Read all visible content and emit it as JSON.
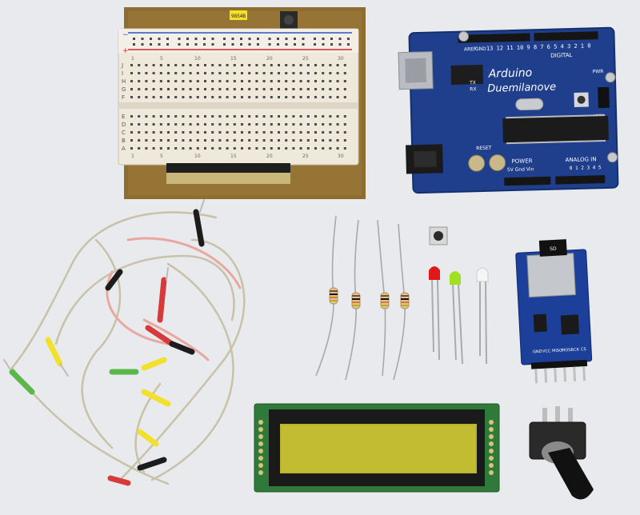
{
  "colors": {
    "background": "#e9eaed",
    "pcb_brown": "#8a6b2e",
    "breadboard": "#efe9dc",
    "arduino_blue": "#1f3f8c",
    "lcd_green": "#b9b52a",
    "sd_blue": "#1c3f9a"
  },
  "breadboard": {
    "sticker": "9854B",
    "row_letters_top": [
      "J",
      "I",
      "H",
      "G",
      "F"
    ],
    "row_letters_bottom": [
      "E",
      "D",
      "C",
      "B",
      "A"
    ],
    "column_numbers": [
      "1",
      "5",
      "10",
      "15",
      "20",
      "25",
      "30"
    ],
    "rail_plus": "+",
    "rail_minus": "−"
  },
  "arduino": {
    "name_line1": "Arduino",
    "name_line2": "Duemilanove",
    "digital_label": "DIGITAL",
    "pin_numbers": "13 12 11 10 9 8  7 6 5 4 3 2 1 0",
    "power_label": "POWER",
    "power_pins": "5V Gnd Vin",
    "analog_label": "ANALOG IN",
    "analog_pins": "0 1 2 3 4 5",
    "reset_label": "RESET",
    "icsp_label": "ICSP",
    "pwr_label": "PWR",
    "tx_label": "TX",
    "rx_label": "RX",
    "aref_label": "AREF",
    "gnd_label": "GND"
  },
  "sd_module": {
    "sticker": "SD",
    "pin_labels": [
      "GND",
      "VCC",
      "MISO",
      "MOSI",
      "SCK",
      "CS"
    ]
  },
  "leds": [
    {
      "color": "red",
      "hex": "#e01818"
    },
    {
      "color": "green",
      "hex": "#9fe020"
    },
    {
      "color": "white",
      "hex": "#f5f5f5"
    }
  ],
  "resistor_count": 4
}
